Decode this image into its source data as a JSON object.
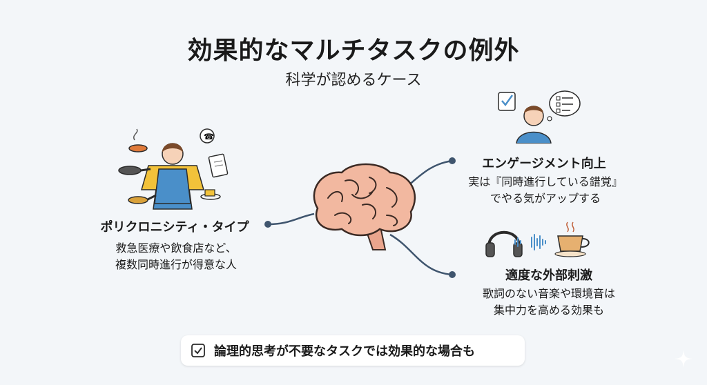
{
  "title": "効果的なマルチタスクの例外",
  "subtitle": "科学が認めるケース",
  "left": {
    "heading": "ポリクロニシティ・タイプ",
    "lines": [
      "救急医療や飲食店など、",
      "複数同時進行が得意な人"
    ]
  },
  "right_top": {
    "heading": "エンゲージメント向上",
    "lines": [
      "実は『同時進行している錯覚』",
      "でやる気がアップする"
    ]
  },
  "right_bottom": {
    "heading": "適度な外部刺激",
    "lines": [
      "歌詞のない音楽や環境音は",
      "集中力を高める効果も"
    ]
  },
  "footer": {
    "text": "論理的思考が不要なタスクでは効果的な場合も"
  },
  "colors": {
    "background": "#f3f6f9",
    "brain": "#f2b8a0",
    "connector": "#3f556e",
    "apron": "#4a8fc9",
    "shirt": "#f2c23a"
  }
}
